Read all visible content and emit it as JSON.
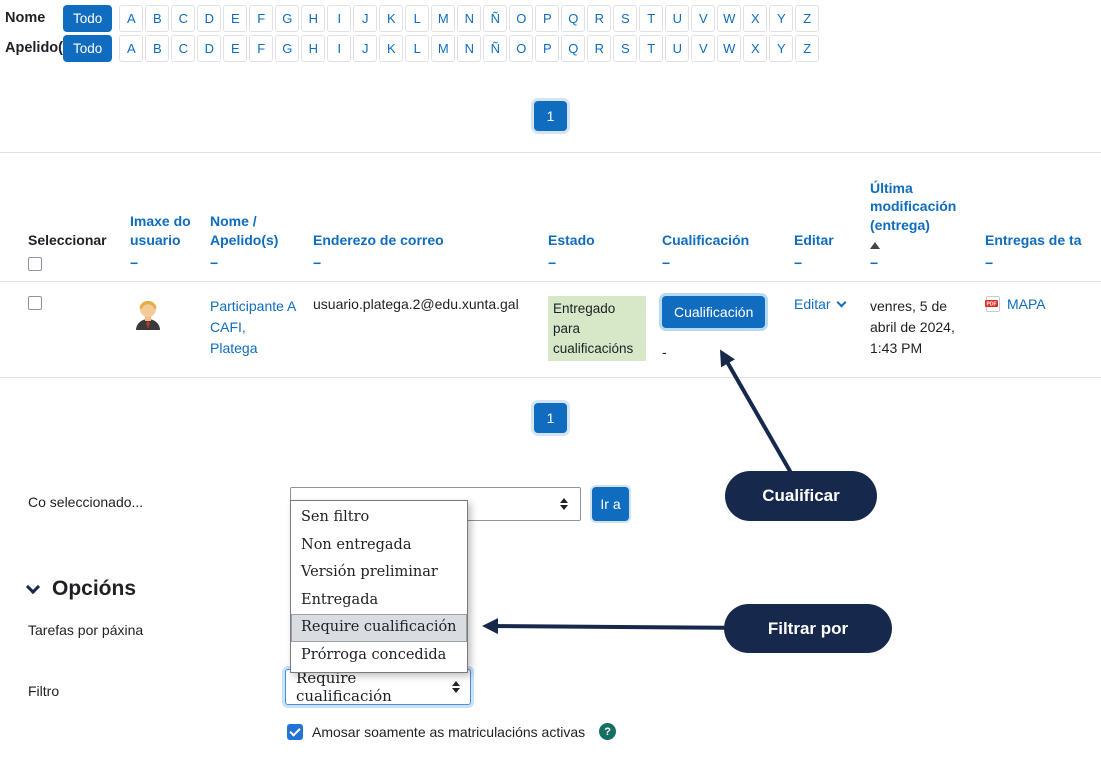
{
  "colors": {
    "accent": "#0f6cbf",
    "status_bg": "#d6e8c7",
    "callout_bg": "#16294d",
    "help_bg": "#156f62",
    "check_blue": "#2373d6"
  },
  "glyphs": {
    "hide": "−",
    "help": "?"
  },
  "initialbar": {
    "nome_label": "Nome",
    "apelido_label": "Apelido(s)",
    "todo": "Todo",
    "letters": [
      "A",
      "B",
      "C",
      "D",
      "E",
      "F",
      "G",
      "H",
      "I",
      "J",
      "K",
      "L",
      "M",
      "N",
      "Ñ",
      "O",
      "P",
      "Q",
      "R",
      "S",
      "T",
      "U",
      "V",
      "W",
      "X",
      "Y",
      "Z"
    ]
  },
  "pagination": {
    "current_page": "1"
  },
  "table": {
    "headers": {
      "select": "Seleccionar",
      "picture": "Imaxe do usuario",
      "name": "Nome / Apelido(s)",
      "email": "Enderezo de correo",
      "status": "Estado",
      "grade": "Cualificación",
      "edit": "Editar",
      "last_modified": "Última modificación (entrega)",
      "submissions": "Entregas de ta"
    },
    "row": {
      "name": "Participante A CAFI, Platega",
      "email": "usuario.platega.2@edu.xunta.gal",
      "status": "Entregado para cualificacións",
      "grade_button": "Cualificación",
      "grade_value": "-",
      "edit_label": "Editar",
      "last_modified": "venres, 5 de abril de 2024, 1:43 PM",
      "file_name": "MAPA"
    }
  },
  "with_selected": {
    "label": "Co seleccionado...",
    "go_button": "Ir a"
  },
  "filter_dropdown": {
    "options": [
      "Sen filtro",
      "Non entregada",
      "Versión preliminar",
      "Entregada",
      "Require cualificación",
      "Prórroga concedida"
    ],
    "selected_option": "Require cualificación"
  },
  "options_section": {
    "heading": "Opcións",
    "per_page_label": "Tarefas por páxina",
    "filter_label": "Filtro",
    "filter_value": "Require cualificación",
    "active_enrolments_label": "Amosar soamente as matriculacións activas"
  },
  "callouts": {
    "grade_label": "Cualificar",
    "filter_label": "Filtrar por"
  }
}
